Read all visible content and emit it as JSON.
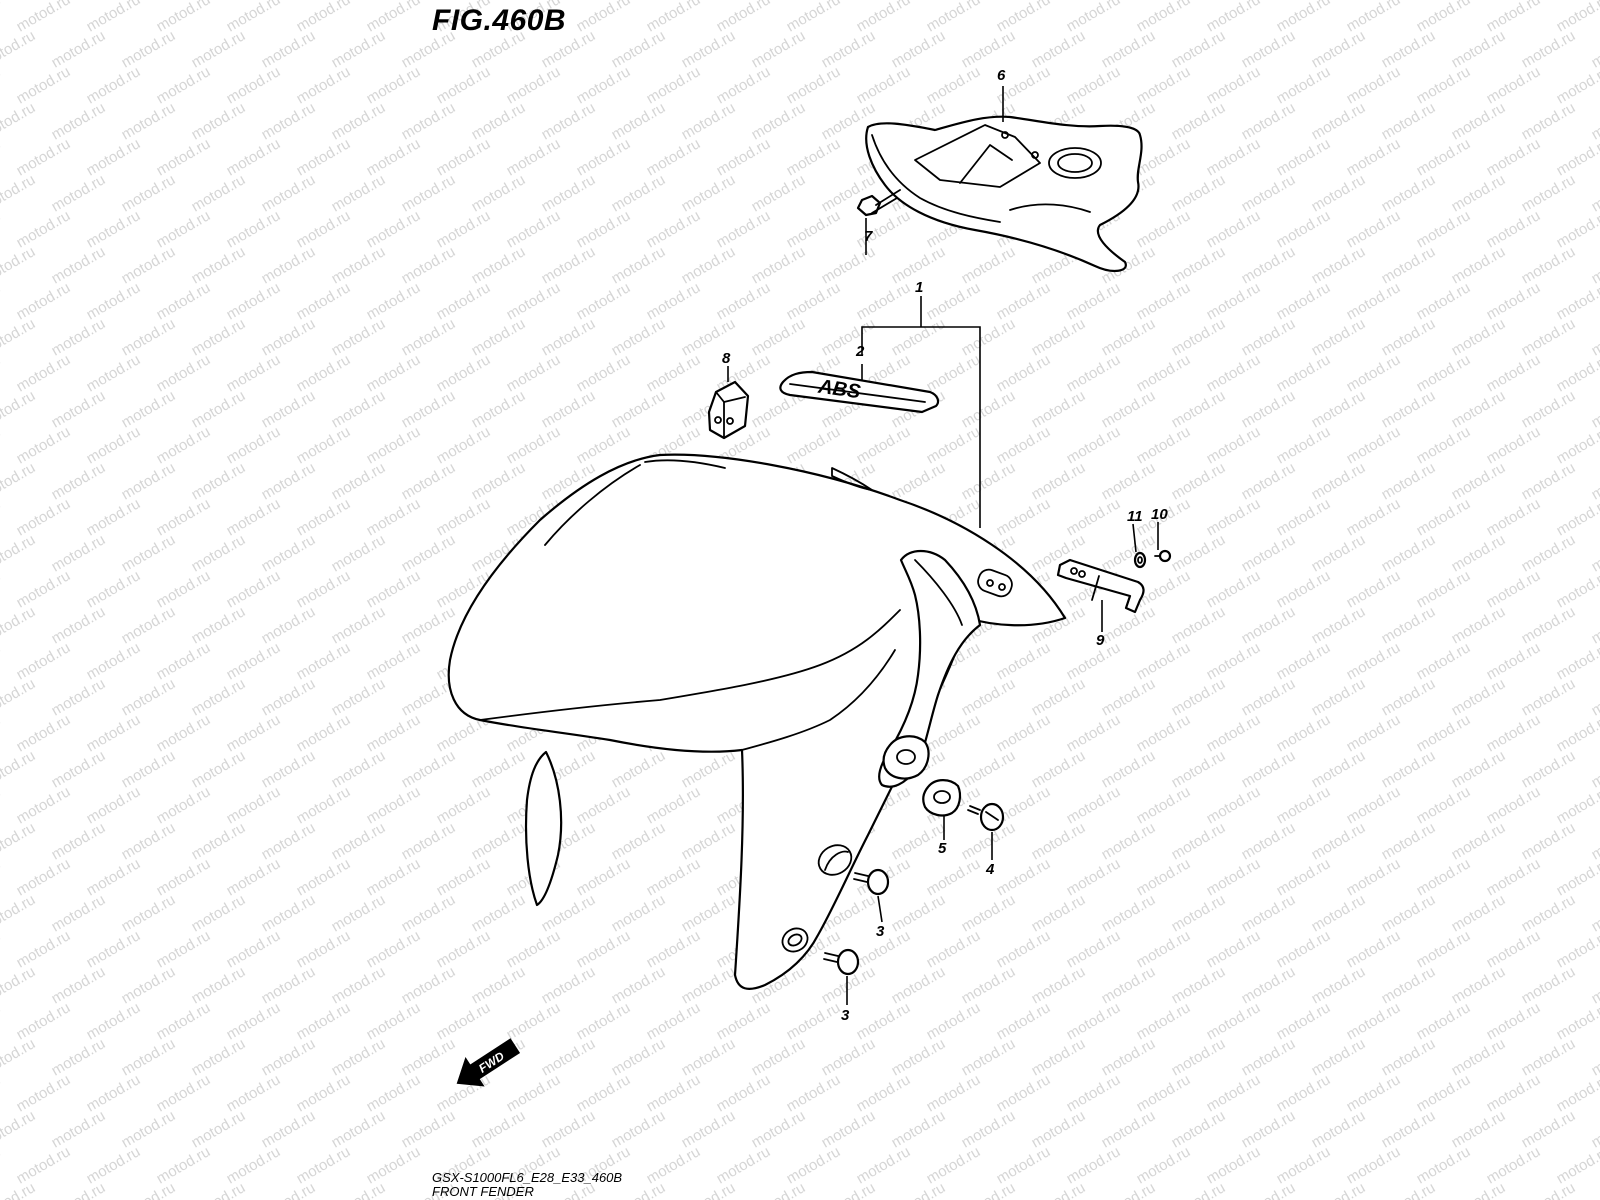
{
  "figure": {
    "title": "FIG.460B",
    "model_code": "GSX-S1000FL6_E28_E33_460B",
    "section_name": "FRONT FENDER"
  },
  "watermark": {
    "text": "motod.ru",
    "color": "#c8c8c8"
  },
  "emblem": {
    "text": "ABS"
  },
  "direction_marker": {
    "text": "FWD",
    "icon": "fwd-arrow-icon"
  },
  "callouts": [
    {
      "id": "c1",
      "label": "1"
    },
    {
      "id": "c2",
      "label": "2"
    },
    {
      "id": "c3a",
      "label": "3"
    },
    {
      "id": "c3b",
      "label": "3"
    },
    {
      "id": "c4",
      "label": "4"
    },
    {
      "id": "c5",
      "label": "5"
    },
    {
      "id": "c6",
      "label": "6"
    },
    {
      "id": "c7",
      "label": "7"
    },
    {
      "id": "c8",
      "label": "8"
    },
    {
      "id": "c9",
      "label": "9"
    },
    {
      "id": "c10",
      "label": "10"
    },
    {
      "id": "c11",
      "label": "11"
    }
  ]
}
